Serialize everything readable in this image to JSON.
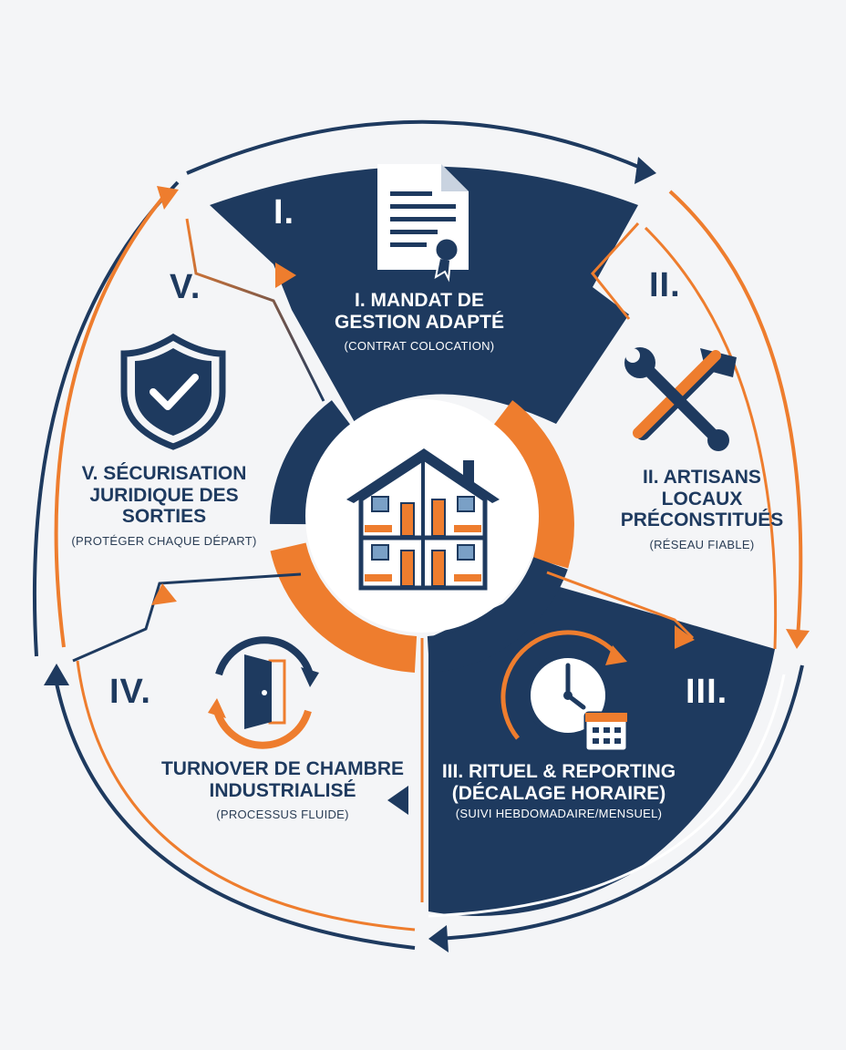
{
  "diagram": {
    "center": {
      "icon": "shared-house-icon"
    },
    "steps": [
      {
        "numeral": "I.",
        "title_line1": "I. MANDAT DE",
        "title_line2": "GESTION ADAPTÉ",
        "subtitle": "(CONTRAT COLOCATION)",
        "icon": "contract-document-icon",
        "color": "#1e3a5f"
      },
      {
        "numeral": "II.",
        "title_line1": "II. ARTISANS",
        "title_line2": "LOCAUX",
        "title_line3": "PRÉCONSTITUÉS",
        "subtitle": "(RÉSEAU FIABLE)",
        "icon": "wrench-hammer-icon",
        "color": "#f5f6f8"
      },
      {
        "numeral": "III.",
        "title_line1": "III. RITUEL & REPORTING",
        "title_line2": "(DÉCALAGE HORAIRE)",
        "subtitle": "(SUIVI HEBDOMADAIRE/MENSUEL)",
        "icon": "clock-calendar-icon",
        "color": "#1e3a5f"
      },
      {
        "numeral": "IV.",
        "title_line1": "TURNOVER DE CHAMBRE",
        "title_line2": "INDUSTRIALISÉ",
        "subtitle": "(PROCESSUS FLUIDE)",
        "icon": "door-cycle-icon",
        "color": "#f5f6f8"
      },
      {
        "numeral": "V.",
        "title_line1": "V. SÉCURISATION",
        "title_line2": "JURIDIQUE DES",
        "title_line3": "SORTIES",
        "subtitle": "(PROTÉGER CHAQUE DÉPART)",
        "icon": "shield-check-icon",
        "color": "#f5f6f8"
      }
    ],
    "colors": {
      "navy": "#1e3a5f",
      "orange": "#ee7d2e",
      "background": "#f4f5f7"
    }
  }
}
